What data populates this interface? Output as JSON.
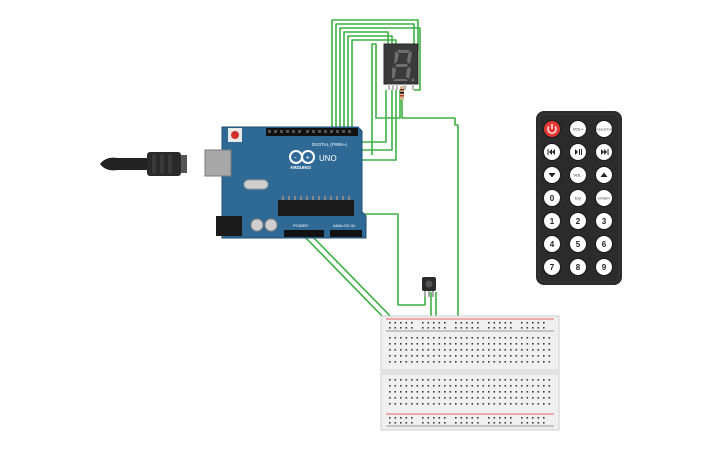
{
  "arduino": {
    "brand": "ARDUINO",
    "model": "UNO",
    "header_digital": "DIGITAL (PWM~)",
    "header_power": "POWER",
    "header_analog": "ANALOG IN",
    "body_color": "#2F6A96",
    "dark_color": "#1E4D70"
  },
  "seven_segment": {
    "digit": "8",
    "body_color": "#3A3A3A",
    "segment_color": "#6E6E6E"
  },
  "remote": {
    "body_color": "#2B2B2B",
    "power_color": "#E53935",
    "labels": {
      "vol_up": "VOL+",
      "func_stop": "FUNC/STOP",
      "vol_down": "VOL-",
      "eq": "EQ",
      "st_rept": "ST/REPT",
      "n0": "0",
      "n1": "1",
      "n2": "2",
      "n3": "3",
      "n4": "4",
      "n5": "5",
      "n6": "6",
      "n7": "7",
      "n8": "8",
      "n9": "9"
    }
  },
  "wires": {
    "color": "#3CB043"
  },
  "breadboard": {
    "body_color": "#F0F0F0",
    "plus_rail_color": "#E53935",
    "minus_rail_color": "#404040"
  }
}
